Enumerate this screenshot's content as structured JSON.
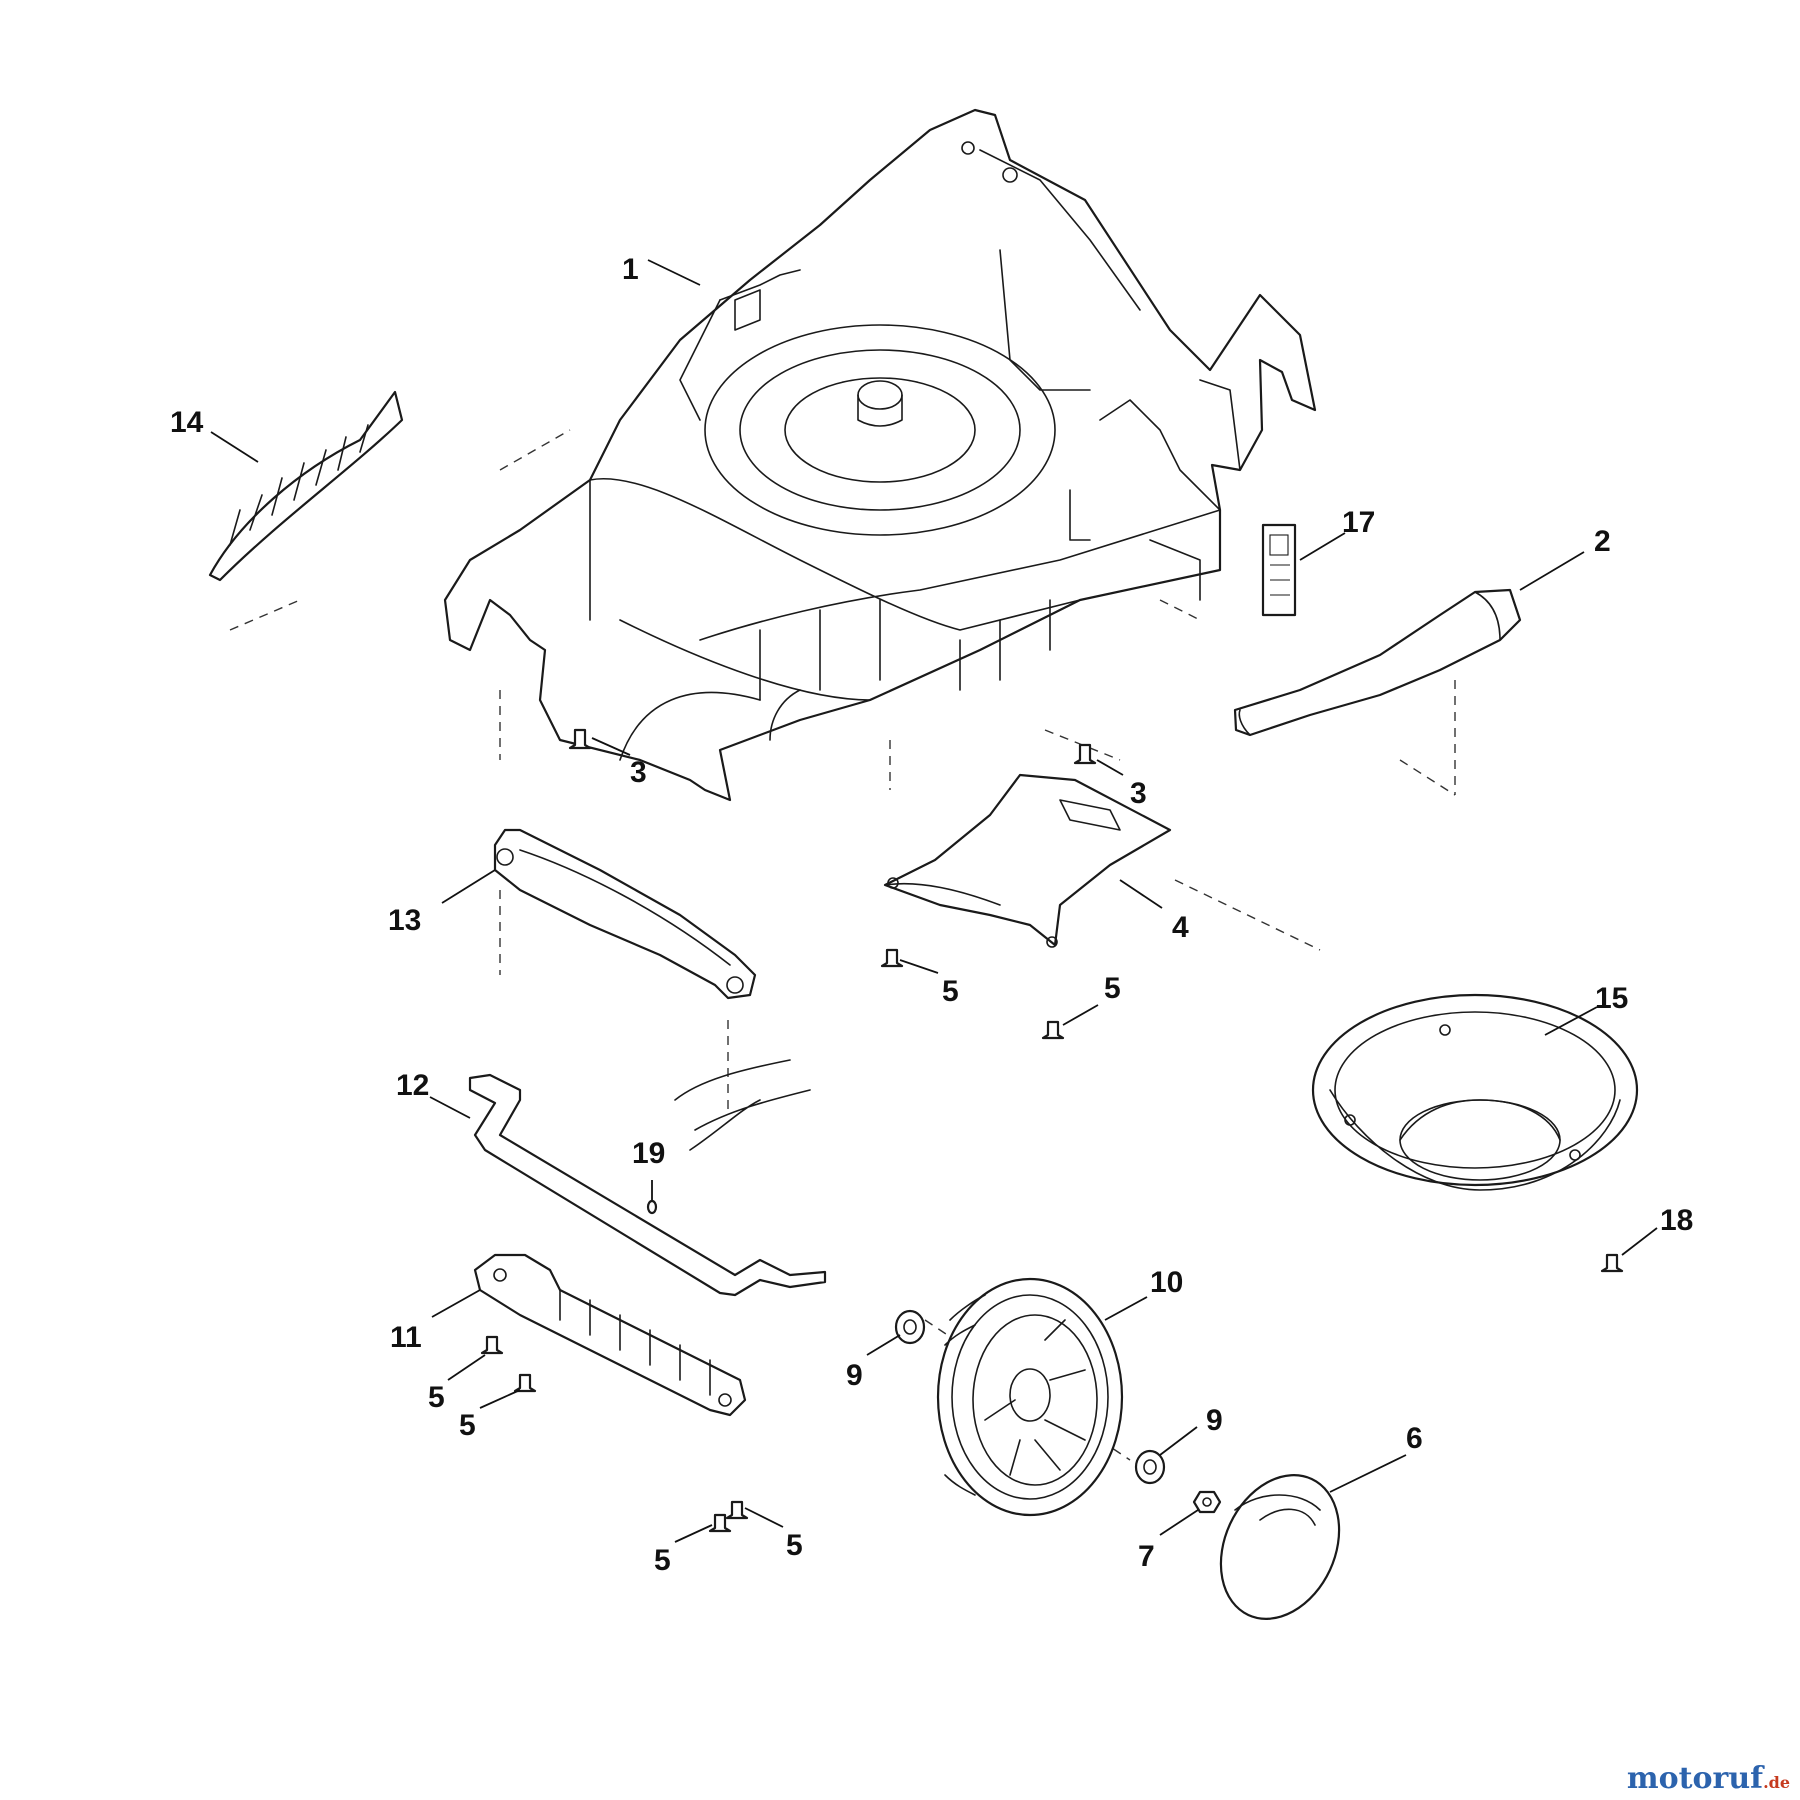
{
  "diagram": {
    "callouts": [
      "1",
      "2",
      "3",
      "3",
      "4",
      "5",
      "5",
      "5",
      "5",
      "5",
      "5",
      "6",
      "7",
      "9",
      "9",
      "10",
      "11",
      "12",
      "13",
      "14",
      "15",
      "17",
      "18",
      "19"
    ],
    "parts": [
      "deck",
      "side-trim",
      "bolt",
      "deflector-plate",
      "screw",
      "wheel-cap",
      "nut",
      "bearing",
      "wheel",
      "axle-bracket",
      "axle",
      "front-bar",
      "handle-grip-trim",
      "rear-flap",
      "flange",
      "label",
      "screw-18",
      "clip"
    ]
  },
  "watermark": {
    "main": "motoruf",
    "tld": ".de"
  },
  "colors": {
    "line": "#1a1a1a",
    "watermark_blue": "#2c63ad",
    "watermark_red": "#c63a1e"
  }
}
